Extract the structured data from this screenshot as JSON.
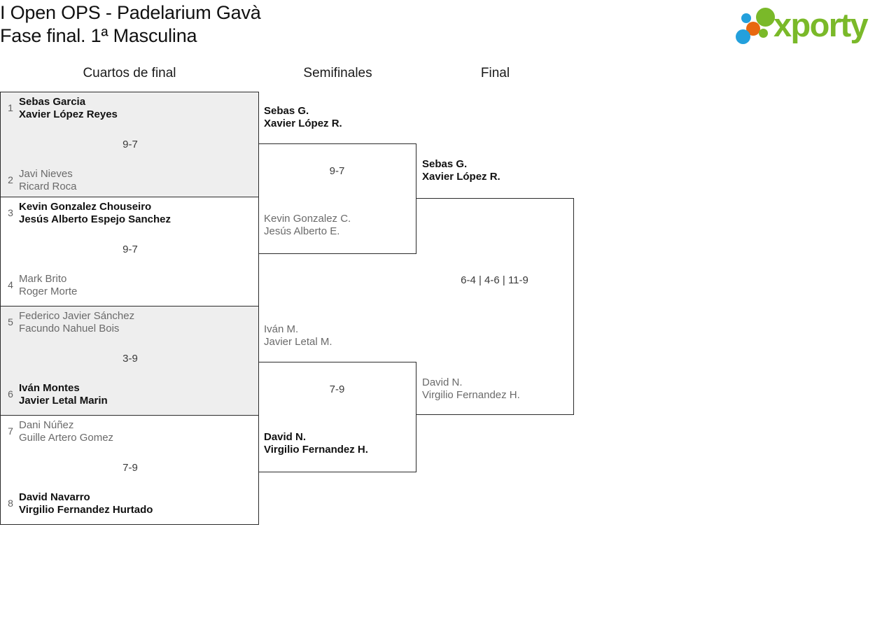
{
  "header": {
    "title_line1": "I Open OPS - Padelarium Gavà",
    "title_line2": "Fase final. 1ª Masculina",
    "logo_word": "xporty",
    "logo_colors": {
      "green": "#7ab929",
      "orange": "#e8680f",
      "blue": "#23a0dc"
    }
  },
  "rounds": [
    {
      "label": "Cuartos de final"
    },
    {
      "label": "Semifinales"
    },
    {
      "label": "Final"
    }
  ],
  "quarterfinals": [
    {
      "top": {
        "seed": "1",
        "p1": "Sebas Garcia",
        "p2": "Xavier López Reyes",
        "winner": true
      },
      "bottom": {
        "seed": "2",
        "p1": "Javi Nieves",
        "p2": "Ricard Roca",
        "winner": false
      },
      "score": "9-7",
      "shaded": true
    },
    {
      "top": {
        "seed": "3",
        "p1": "Kevin Gonzalez Chouseiro",
        "p2": "Jesús Alberto Espejo Sanchez",
        "winner": true
      },
      "bottom": {
        "seed": "4",
        "p1": "Mark Brito",
        "p2": "Roger Morte",
        "winner": false
      },
      "score": "9-7",
      "shaded": false
    },
    {
      "top": {
        "seed": "5",
        "p1": "Federico Javier Sánchez",
        "p2": "Facundo Nahuel Bois",
        "winner": false
      },
      "bottom": {
        "seed": "6",
        "p1": "Iván Montes",
        "p2": "Javier Letal Marin",
        "winner": true
      },
      "score": "3-9",
      "shaded": true
    },
    {
      "top": {
        "seed": "7",
        "p1": "Dani Núñez",
        "p2": "Guille Artero Gomez",
        "winner": false
      },
      "bottom": {
        "seed": "8",
        "p1": "David Navarro",
        "p2": "Virgilio Fernandez Hurtado",
        "winner": true
      },
      "score": "7-9",
      "shaded": false
    }
  ],
  "semifinals": [
    {
      "top": {
        "p1": "Sebas G.",
        "p2": "Xavier López R.",
        "winner": true
      },
      "bottom": {
        "p1": "Kevin Gonzalez C.",
        "p2": "Jesús Alberto E.",
        "winner": false
      },
      "score": "9-7"
    },
    {
      "top": {
        "p1": "Iván M.",
        "p2": "Javier Letal M.",
        "winner": false
      },
      "bottom": {
        "p1": "David N.",
        "p2": "Virgilio Fernandez H.",
        "winner": true
      },
      "score": "7-9"
    }
  ],
  "final": {
    "top": {
      "p1": "Sebas G.",
      "p2": "Xavier López R.",
      "winner": true
    },
    "bottom": {
      "p1": "David N.",
      "p2": "Virgilio Fernandez H.",
      "winner": false
    },
    "score": "6-4 | 4-6 | 11-9"
  }
}
